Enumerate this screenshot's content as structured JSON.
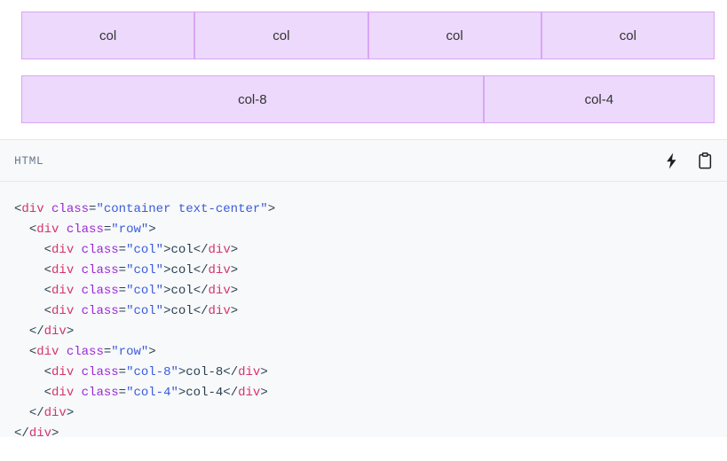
{
  "preview": {
    "rows": [
      {
        "name": "row-1",
        "cells": [
          {
            "label": "col",
            "span": "col"
          },
          {
            "label": "col",
            "span": "col"
          },
          {
            "label": "col",
            "span": "col"
          },
          {
            "label": "col",
            "span": "col"
          }
        ]
      },
      {
        "name": "row-2",
        "cells": [
          {
            "label": "col-8",
            "span": "col-8"
          },
          {
            "label": "col-4",
            "span": "col-4"
          }
        ]
      }
    ]
  },
  "code_panel": {
    "language_label": "HTML",
    "actions": [
      {
        "name": "run-icon",
        "icon": "lightning-bolt-icon",
        "title": "Run"
      },
      {
        "name": "copy-icon",
        "icon": "clipboard-icon",
        "title": "Copy"
      }
    ],
    "lines": [
      [
        {
          "t": "punct",
          "v": "<"
        },
        {
          "t": "tag",
          "v": "div"
        },
        {
          "t": "text",
          "v": " "
        },
        {
          "t": "attr",
          "v": "class"
        },
        {
          "t": "punct",
          "v": "="
        },
        {
          "t": "str",
          "v": "\"container text-center\""
        },
        {
          "t": "punct",
          "v": ">"
        }
      ],
      [
        {
          "t": "text",
          "v": "  "
        },
        {
          "t": "punct",
          "v": "<"
        },
        {
          "t": "tag",
          "v": "div"
        },
        {
          "t": "text",
          "v": " "
        },
        {
          "t": "attr",
          "v": "class"
        },
        {
          "t": "punct",
          "v": "="
        },
        {
          "t": "str",
          "v": "\"row\""
        },
        {
          "t": "punct",
          "v": ">"
        }
      ],
      [
        {
          "t": "text",
          "v": "    "
        },
        {
          "t": "punct",
          "v": "<"
        },
        {
          "t": "tag",
          "v": "div"
        },
        {
          "t": "text",
          "v": " "
        },
        {
          "t": "attr",
          "v": "class"
        },
        {
          "t": "punct",
          "v": "="
        },
        {
          "t": "str",
          "v": "\"col\""
        },
        {
          "t": "punct",
          "v": ">"
        },
        {
          "t": "text",
          "v": "col"
        },
        {
          "t": "punct",
          "v": "</"
        },
        {
          "t": "tag",
          "v": "div"
        },
        {
          "t": "punct",
          "v": ">"
        }
      ],
      [
        {
          "t": "text",
          "v": "    "
        },
        {
          "t": "punct",
          "v": "<"
        },
        {
          "t": "tag",
          "v": "div"
        },
        {
          "t": "text",
          "v": " "
        },
        {
          "t": "attr",
          "v": "class"
        },
        {
          "t": "punct",
          "v": "="
        },
        {
          "t": "str",
          "v": "\"col\""
        },
        {
          "t": "punct",
          "v": ">"
        },
        {
          "t": "text",
          "v": "col"
        },
        {
          "t": "punct",
          "v": "</"
        },
        {
          "t": "tag",
          "v": "div"
        },
        {
          "t": "punct",
          "v": ">"
        }
      ],
      [
        {
          "t": "text",
          "v": "    "
        },
        {
          "t": "punct",
          "v": "<"
        },
        {
          "t": "tag",
          "v": "div"
        },
        {
          "t": "text",
          "v": " "
        },
        {
          "t": "attr",
          "v": "class"
        },
        {
          "t": "punct",
          "v": "="
        },
        {
          "t": "str",
          "v": "\"col\""
        },
        {
          "t": "punct",
          "v": ">"
        },
        {
          "t": "text",
          "v": "col"
        },
        {
          "t": "punct",
          "v": "</"
        },
        {
          "t": "tag",
          "v": "div"
        },
        {
          "t": "punct",
          "v": ">"
        }
      ],
      [
        {
          "t": "text",
          "v": "    "
        },
        {
          "t": "punct",
          "v": "<"
        },
        {
          "t": "tag",
          "v": "div"
        },
        {
          "t": "text",
          "v": " "
        },
        {
          "t": "attr",
          "v": "class"
        },
        {
          "t": "punct",
          "v": "="
        },
        {
          "t": "str",
          "v": "\"col\""
        },
        {
          "t": "punct",
          "v": ">"
        },
        {
          "t": "text",
          "v": "col"
        },
        {
          "t": "punct",
          "v": "</"
        },
        {
          "t": "tag",
          "v": "div"
        },
        {
          "t": "punct",
          "v": ">"
        }
      ],
      [
        {
          "t": "text",
          "v": "  "
        },
        {
          "t": "punct",
          "v": "</"
        },
        {
          "t": "tag",
          "v": "div"
        },
        {
          "t": "punct",
          "v": ">"
        }
      ],
      [
        {
          "t": "text",
          "v": "  "
        },
        {
          "t": "punct",
          "v": "<"
        },
        {
          "t": "tag",
          "v": "div"
        },
        {
          "t": "text",
          "v": " "
        },
        {
          "t": "attr",
          "v": "class"
        },
        {
          "t": "punct",
          "v": "="
        },
        {
          "t": "str",
          "v": "\"row\""
        },
        {
          "t": "punct",
          "v": ">"
        }
      ],
      [
        {
          "t": "text",
          "v": "    "
        },
        {
          "t": "punct",
          "v": "<"
        },
        {
          "t": "tag",
          "v": "div"
        },
        {
          "t": "text",
          "v": " "
        },
        {
          "t": "attr",
          "v": "class"
        },
        {
          "t": "punct",
          "v": "="
        },
        {
          "t": "str",
          "v": "\"col-8\""
        },
        {
          "t": "punct",
          "v": ">"
        },
        {
          "t": "text",
          "v": "col-8"
        },
        {
          "t": "punct",
          "v": "</"
        },
        {
          "t": "tag",
          "v": "div"
        },
        {
          "t": "punct",
          "v": ">"
        }
      ],
      [
        {
          "t": "text",
          "v": "    "
        },
        {
          "t": "punct",
          "v": "<"
        },
        {
          "t": "tag",
          "v": "div"
        },
        {
          "t": "text",
          "v": " "
        },
        {
          "t": "attr",
          "v": "class"
        },
        {
          "t": "punct",
          "v": "="
        },
        {
          "t": "str",
          "v": "\"col-4\""
        },
        {
          "t": "punct",
          "v": ">"
        },
        {
          "t": "text",
          "v": "col-4"
        },
        {
          "t": "punct",
          "v": "</"
        },
        {
          "t": "tag",
          "v": "div"
        },
        {
          "t": "punct",
          "v": ">"
        }
      ],
      [
        {
          "t": "text",
          "v": "  "
        },
        {
          "t": "punct",
          "v": "</"
        },
        {
          "t": "tag",
          "v": "div"
        },
        {
          "t": "punct",
          "v": ">"
        }
      ],
      [
        {
          "t": "punct",
          "v": "</"
        },
        {
          "t": "tag",
          "v": "div"
        },
        {
          "t": "punct",
          "v": ">"
        }
      ]
    ]
  },
  "colors": {
    "cell_fill": "#ecd9fb",
    "cell_border": "#d9a6f5",
    "panel_bg": "#f7f9fa",
    "tag": "#d6336c",
    "attr": "#9b29d6",
    "string": "#3b5bdb",
    "punct": "#2b3f52"
  }
}
